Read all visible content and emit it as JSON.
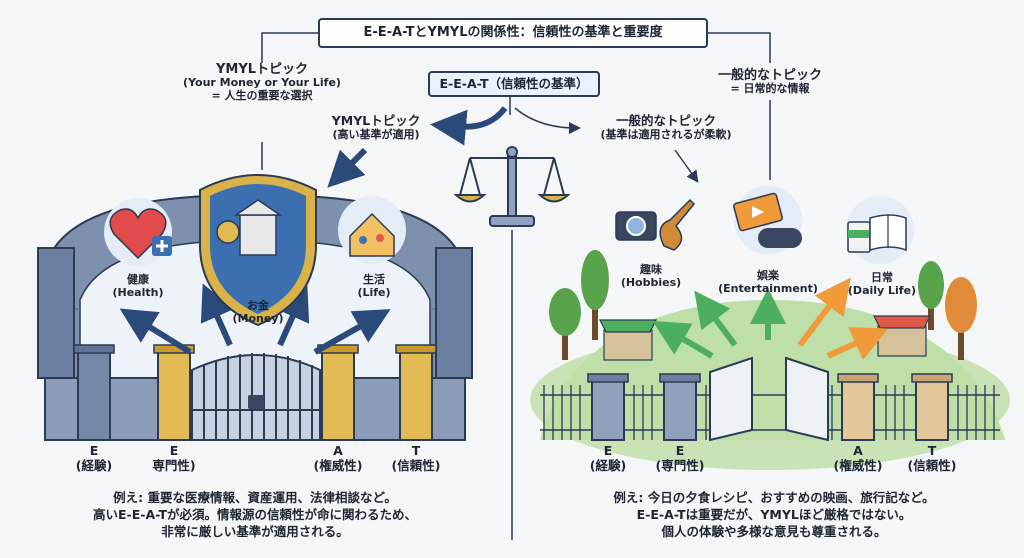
{
  "title": "E-E-A-TとYMYLの関係性：信頼性の基準と重要度",
  "center_label": "E-E-A-T（信頼性の基準）",
  "left_header": {
    "line1": "YMYLトピック",
    "line2": "(Your Money or Your Life)",
    "line3": "= 人生の重要な選択"
  },
  "right_header": {
    "line1": "一般的なトピック",
    "line2": "= 日常的な情報"
  },
  "left_branch": {
    "line1": "YMYLトピック",
    "line2": "(高い基準が適用)"
  },
  "right_branch": {
    "line1": "一般的なトピック",
    "line2": "(基準は適用されるが柔軟)"
  },
  "left_topics": [
    {
      "label": "健康",
      "en": "(Health)"
    },
    {
      "label": "お金",
      "en": "(Money)"
    },
    {
      "label": "生活",
      "en": "(Life)"
    }
  ],
  "right_topics": [
    {
      "label": "趣味",
      "en": "(Hobbies)"
    },
    {
      "label": "娯楽",
      "en": "(Entertainment)"
    },
    {
      "label": "日常",
      "en": "(Daily Life)"
    }
  ],
  "left_pillars": [
    {
      "letter": "E",
      "label": "(経験)"
    },
    {
      "letter": "E",
      "label": "専門性)"
    },
    {
      "letter": "A",
      "label": "(権威性)"
    },
    {
      "letter": "T",
      "label": "(信頼性)"
    }
  ],
  "right_pillars": [
    {
      "letter": "E",
      "label": "(経験)"
    },
    {
      "letter": "E",
      "label": "(専門性)"
    },
    {
      "letter": "A",
      "label": "(権威性)"
    },
    {
      "letter": "T",
      "label": "(信頼性)"
    }
  ],
  "left_description": [
    "例え: 重要な医療情報、資産運用、法律相談など。",
    "高いE-E-A-Tが必須。情報源の信頼性が命に関わるため、",
    "非常に厳しい基準が適用される。"
  ],
  "right_description": [
    "例え: 今日の夕食レシピ、おすすめの映画、旅行記など。",
    "E-E-A-Tは重要だが、YMYLほど厳格ではない。",
    "個人の体験や多様な意見も尊重される。"
  ],
  "colors": {
    "navy": "#2b3a55",
    "stone": "#5f7496",
    "gold": "#d9b24a",
    "green": "#4caf60",
    "orange": "#f09a3a"
  }
}
